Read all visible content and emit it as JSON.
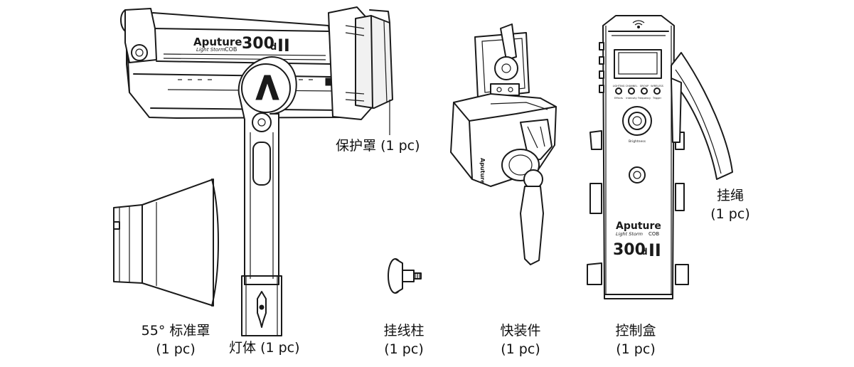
{
  "labels": {
    "protective_cover": {
      "name": "保护罩",
      "qty": "(1 pc)"
    },
    "reflector": {
      "name": "55° 标准罩",
      "qty": "(1 pc)"
    },
    "light_body": {
      "name": "灯体",
      "qty": "(1 pc)"
    },
    "hanging_pin": {
      "name": "挂线柱",
      "qty": "(1 pc)"
    },
    "quick_release": {
      "name": "快装件",
      "qty": "(1 pc)"
    },
    "control_box": {
      "name": "控制盒",
      "qty": "(1 pc)"
    },
    "lanyard": {
      "name": "挂绳",
      "qty": "(1 pc)"
    }
  },
  "light_branding": {
    "brand": "Aputure",
    "series": "Light Storm",
    "cob": "COB",
    "model": "300",
    "suffix": "d",
    "version": "II"
  },
  "control_box_panel": {
    "buttons_row1": [
      "LIGHTING",
      "CHANNEL",
      "GROUP",
      "WIRELESS"
    ],
    "buttons_row2": [
      "Effects",
      "Intensity",
      "Frequency",
      "Trigger"
    ],
    "knob_label": "Brightness",
    "brand": "Aputure",
    "series": "Light Storm",
    "cob": "COB",
    "model": "300",
    "suffix": "d",
    "version": "II"
  },
  "quick_release_brand": "Aputure"
}
